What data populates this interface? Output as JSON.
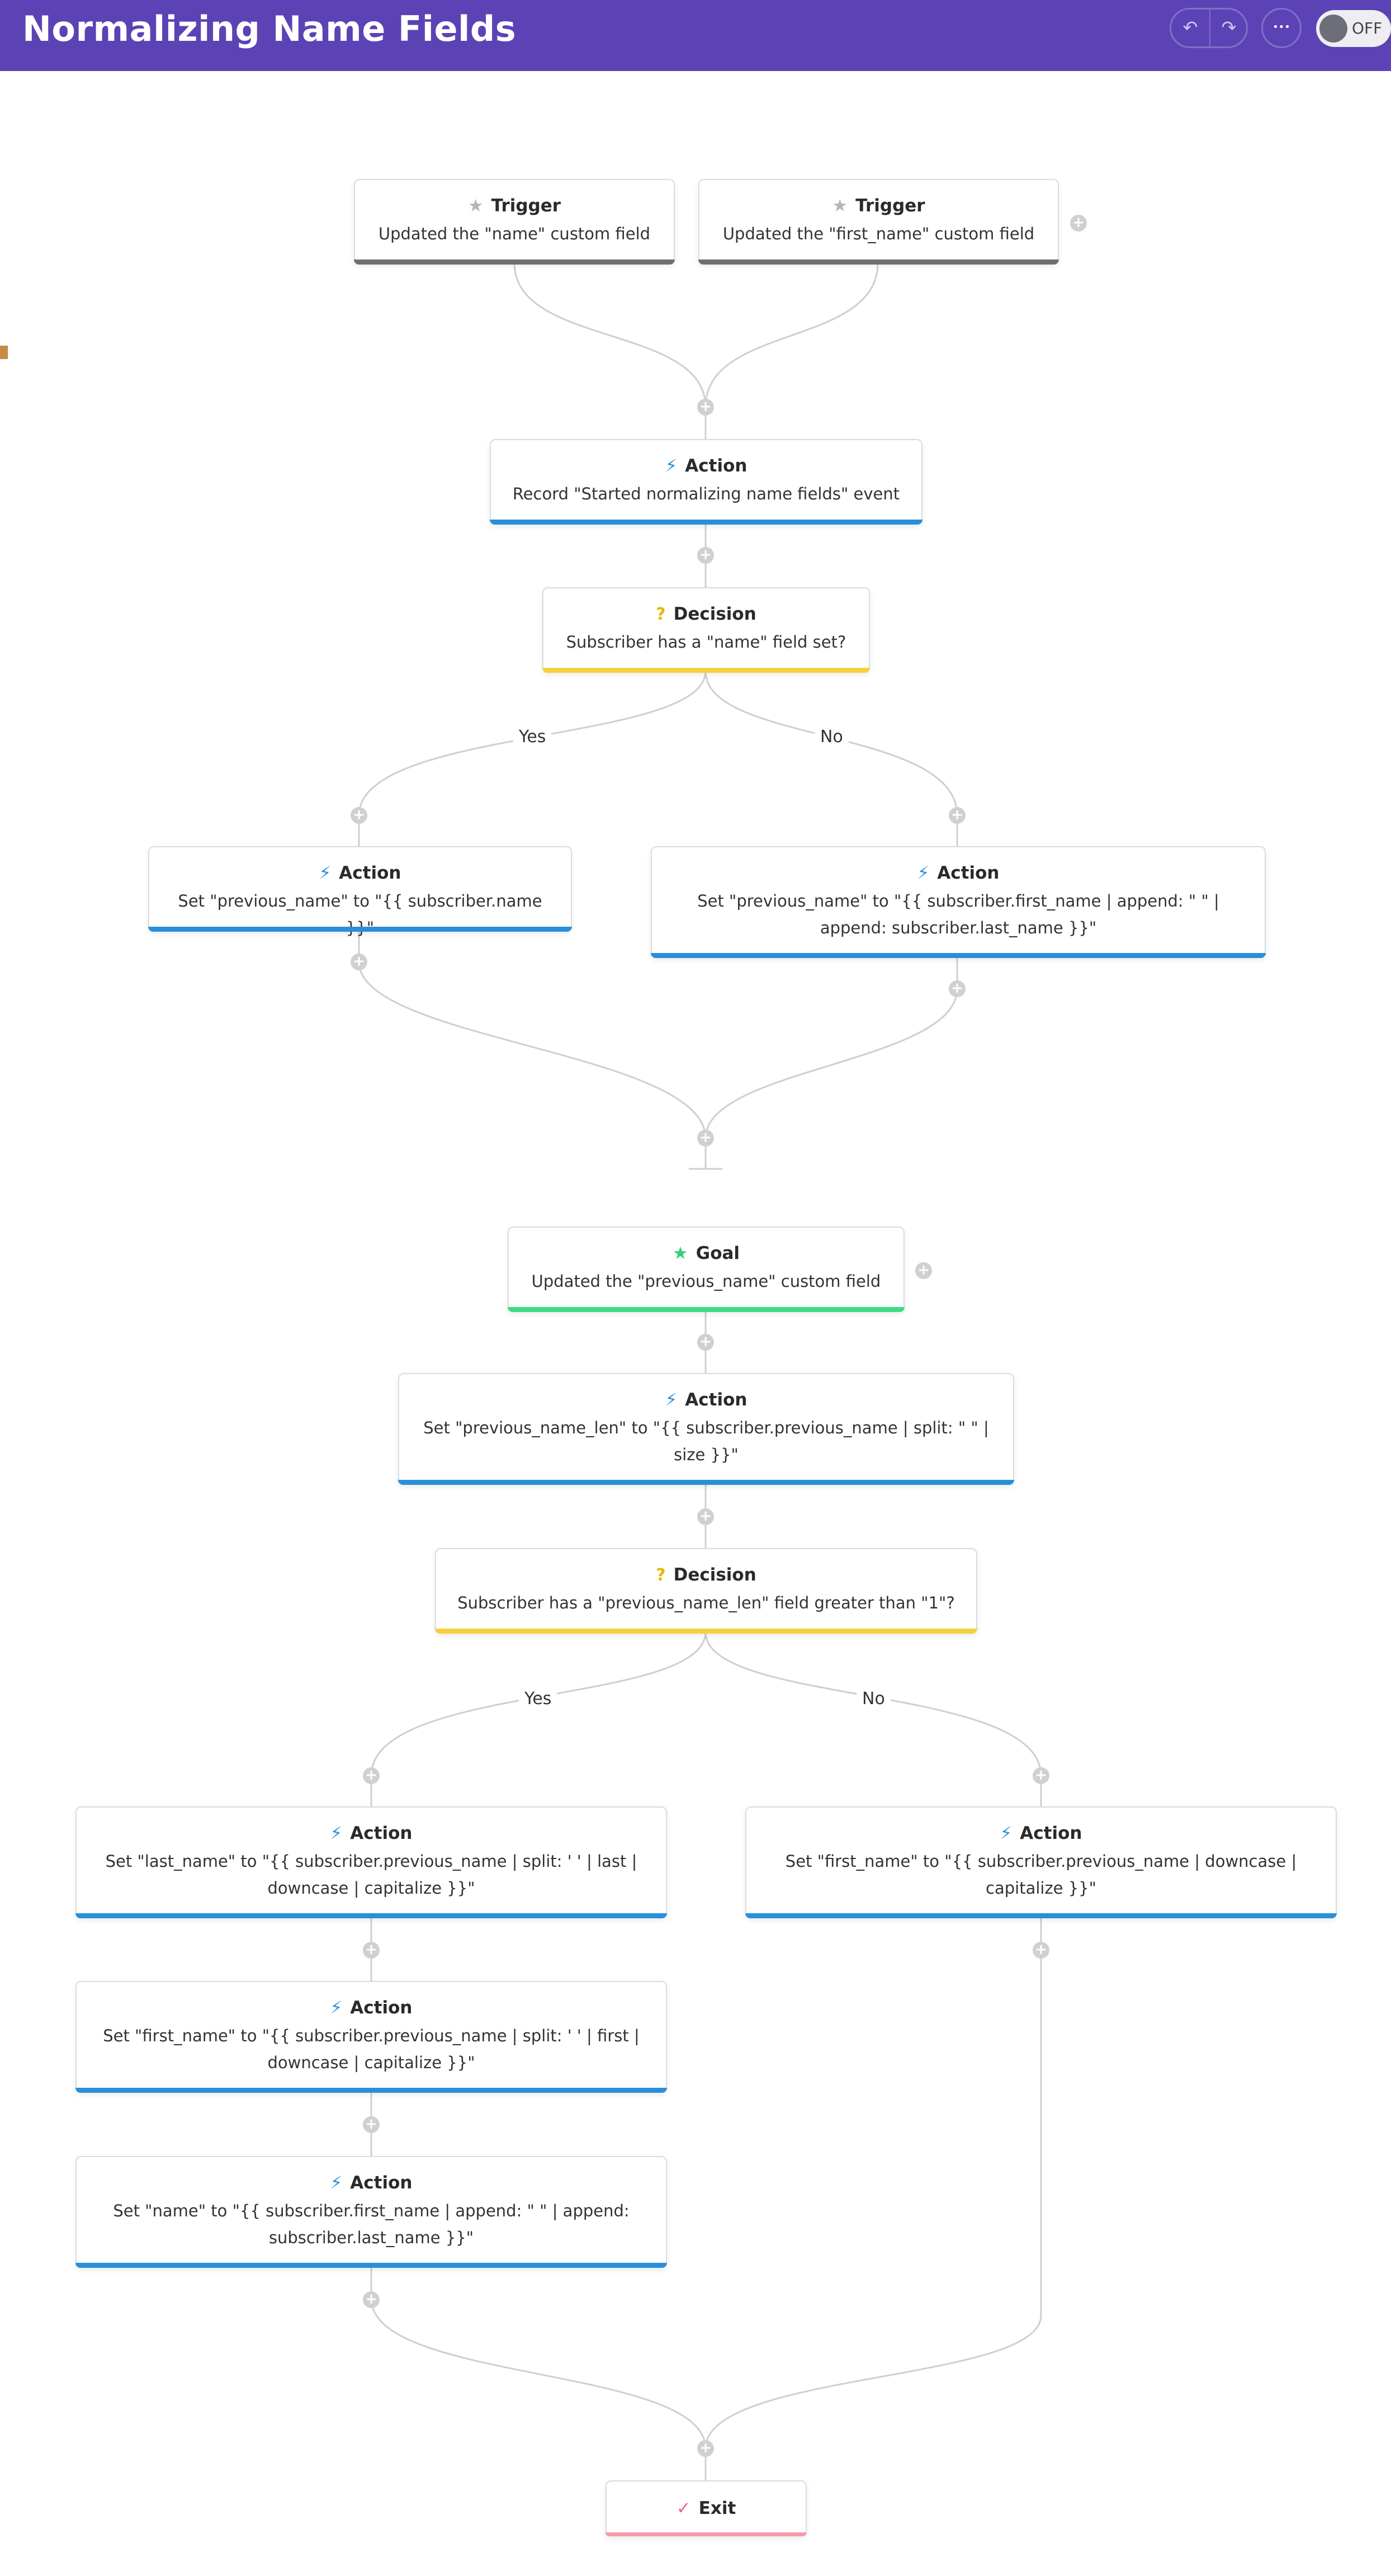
{
  "header": {
    "title": "Normalizing Name Fields",
    "undo_icon": "↶",
    "redo_icon": "↷",
    "more_icon": "•••",
    "toggle_label": "OFF"
  },
  "flow": {
    "trigger_1": {
      "kind": "Trigger",
      "text": "Updated the \"name\" custom field"
    },
    "trigger_2": {
      "kind": "Trigger",
      "text": "Updated the \"first_name\" custom field"
    },
    "action_record": {
      "kind": "Action",
      "text": "Record \"Started normalizing name fields\" event"
    },
    "decision_1": {
      "kind": "Decision",
      "text": "Subscriber has a \"name\" field set?",
      "yes": "Yes",
      "no": "No"
    },
    "action_prev_name_yes": {
      "kind": "Action",
      "text": "Set \"previous_name\" to \"{{ subscriber.name }}\""
    },
    "action_prev_name_no": {
      "kind": "Action",
      "text": "Set \"previous_name\" to \"{{ subscriber.first_name | append: \" \" | append: subscriber.last_name }}\""
    },
    "goal": {
      "kind": "Goal",
      "text": "Updated the \"previous_name\" custom field"
    },
    "action_prev_len": {
      "kind": "Action",
      "text": "Set \"previous_name_len\" to \"{{ subscriber.previous_name | split: \" \" | size }}\""
    },
    "decision_2": {
      "kind": "Decision",
      "text": "Subscriber has a \"previous_name_len\" field greater than \"1\"?",
      "yes": "Yes",
      "no": "No"
    },
    "action_last_name": {
      "kind": "Action",
      "text": "Set \"last_name\" to \"{{ subscriber.previous_name | split: ' ' | last | downcase | capitalize }}\""
    },
    "action_first_name_no": {
      "kind": "Action",
      "text": "Set \"first_name\" to \"{{ subscriber.previous_name | downcase | capitalize }}\""
    },
    "action_first_name_yes": {
      "kind": "Action",
      "text": "Set \"first_name\" to \"{{ subscriber.previous_name | split: ' ' | first | downcase | capitalize }}\""
    },
    "action_name": {
      "kind": "Action",
      "text": "Set \"name\" to \"{{ subscriber.first_name | append: \" \" | append: subscriber.last_name }}\""
    },
    "exit": {
      "kind": "Exit"
    }
  },
  "colors": {
    "header": "#5b43b6",
    "trigger_bar": "#6f6f6f",
    "action_bar": "#2a8fd8",
    "decision_bar": "#f4d13c",
    "goal_bar": "#3ddc84",
    "exit_bar": "#f49aa8"
  }
}
